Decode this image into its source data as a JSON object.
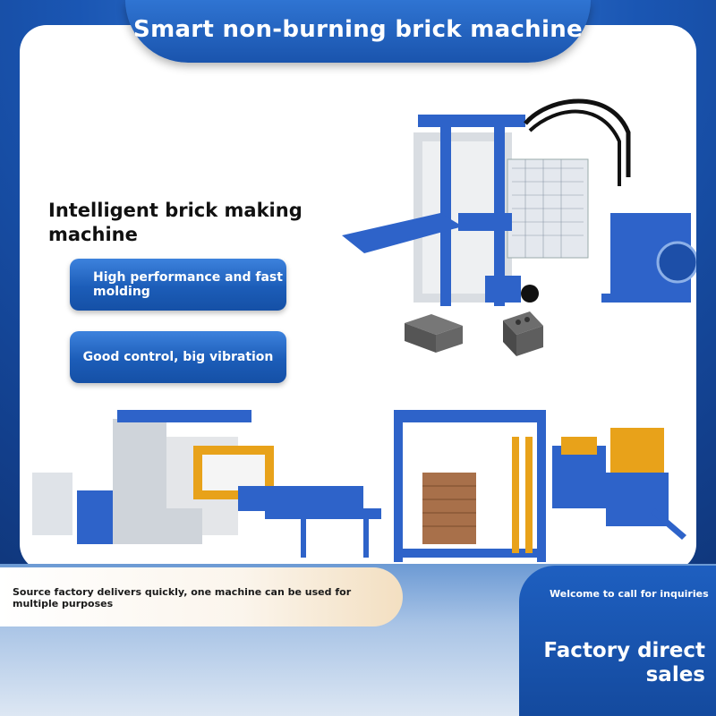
{
  "header": {
    "title": "Smart non-burning brick machine"
  },
  "intro": {
    "heading": "Intelligent brick making machine"
  },
  "features": [
    {
      "label": "High performance and fast molding"
    },
    {
      "label": "Good control, big vibration"
    }
  ],
  "footer": {
    "left_text": "Source factory delivers quickly, one machine can be used for multiple purposes",
    "call_text": "Welcome to call for inquiries",
    "direct_text": "Factory direct sales"
  },
  "colors": {
    "brand_blue": "#1a56b3",
    "machine_blue": "#2e63c9",
    "machine_yellow": "#e8a21a"
  }
}
